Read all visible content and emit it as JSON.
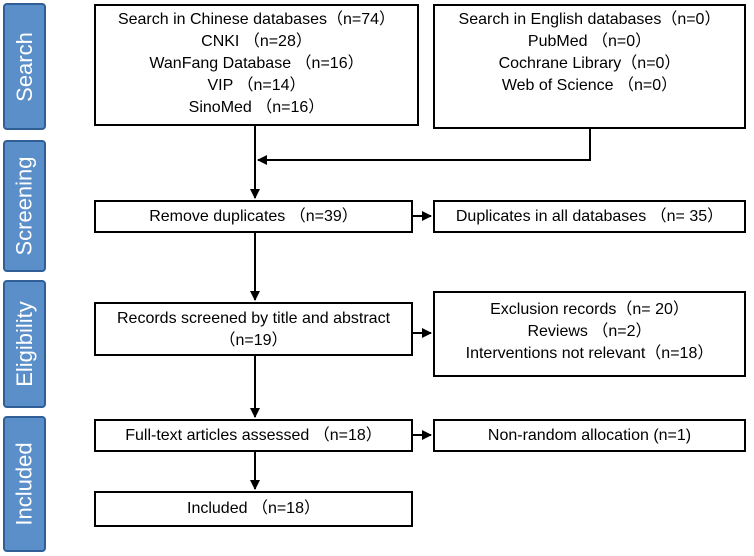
{
  "phases": {
    "search": "Search",
    "screening": "Screening",
    "eligibility": "Eligibility",
    "included": "Included"
  },
  "boxes": {
    "chinese_db": {
      "lines": [
        "Search in Chinese databases（n=74）",
        "CNKI （n=28）",
        "WanFang Database （n=16）",
        "VIP （n=14）",
        "SinoMed （n=16）"
      ]
    },
    "english_db": {
      "lines": [
        "Search in English databases（n=0）",
        "PubMed （n=0）",
        "Cochrane Library（n=0）",
        "Web of Science （n=0）"
      ]
    },
    "remove_duplicates": {
      "lines": [
        "Remove duplicates （n=39）"
      ]
    },
    "duplicates_all": {
      "lines": [
        "Duplicates in all databases （n= 35）"
      ]
    },
    "screened": {
      "lines": [
        "Records screened by title and abstract",
        "（n=19）"
      ]
    },
    "exclusion": {
      "lines": [
        "Exclusion records（n= 20）",
        "Reviews （n=2）",
        "Interventions not relevant（n=18）"
      ]
    },
    "fulltext": {
      "lines": [
        "Full-text articles assessed （n=18）"
      ]
    },
    "nonrandom": {
      "lines": [
        "Non-random allocation (n=1)"
      ]
    },
    "included": {
      "lines": [
        "Included （n=18）"
      ]
    }
  }
}
